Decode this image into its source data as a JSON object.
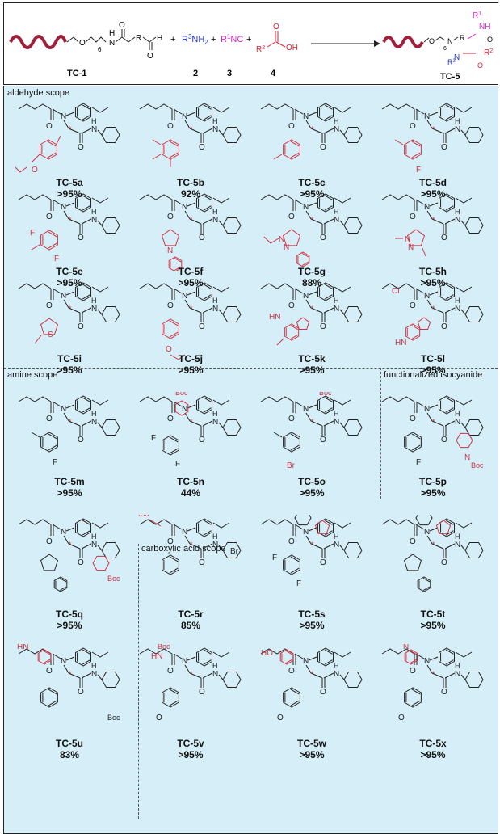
{
  "scheme": {
    "reactant_label": "TC-1",
    "product_label": "TC-5",
    "reagents": [
      {
        "num": "2",
        "formula_main": "R",
        "formula_sup": "3",
        "formula_rest": "NH",
        "formula_sub": "2",
        "color": "#2233cc"
      },
      {
        "num": "3",
        "formula_main": "R",
        "formula_sup": "1",
        "formula_rest": "NC",
        "formula_sub": "",
        "color": "#dd22cc"
      },
      {
        "num": "4",
        "formula_main": "R",
        "formula_sup": "2",
        "formula_rest": "",
        "formula_sub": "",
        "color": "#dd2233"
      }
    ],
    "plus": "+",
    "linker_text": "O",
    "linker_sub": "6",
    "atoms": {
      "H": "H",
      "N": "N",
      "O": "O",
      "OH": "OH",
      "NH": "NH",
      "R": "R",
      "R1": "R",
      "R2": "R",
      "R3": "R"
    }
  },
  "sections": {
    "aldehyde": "aldehyde scope",
    "amine": "amine scope",
    "isocyanide": "functionalized isocyanide",
    "acid": "carboxylic acid scope"
  },
  "compounds": [
    {
      "id": "TC-5a",
      "yield": ">95%"
    },
    {
      "id": "TC-5b",
      "yield": "92%"
    },
    {
      "id": "TC-5c",
      "yield": ">95%"
    },
    {
      "id": "TC-5d",
      "yield": ">95%"
    },
    {
      "id": "TC-5e",
      "yield": ">95%"
    },
    {
      "id": "TC-5f",
      "yield": ">95%"
    },
    {
      "id": "TC-5g",
      "yield": "88%"
    },
    {
      "id": "TC-5h",
      "yield": ">95%"
    },
    {
      "id": "TC-5i",
      "yield": ">95%"
    },
    {
      "id": "TC-5j",
      "yield": ">95%"
    },
    {
      "id": "TC-5k",
      "yield": ">95%"
    },
    {
      "id": "TC-5l",
      "yield": ">95%"
    },
    {
      "id": "TC-5m",
      "yield": ">95%"
    },
    {
      "id": "TC-5n",
      "yield": "44%"
    },
    {
      "id": "TC-5o",
      "yield": ">95%"
    },
    {
      "id": "TC-5p",
      "yield": ">95%"
    },
    {
      "id": "TC-5q",
      "yield": ">95%"
    },
    {
      "id": "TC-5r",
      "yield": "85%"
    },
    {
      "id": "TC-5s",
      "yield": ">95%"
    },
    {
      "id": "TC-5t",
      "yield": ">95%"
    },
    {
      "id": "TC-5u",
      "yield": "83%"
    },
    {
      "id": "TC-5v",
      "yield": ">95%"
    },
    {
      "id": "TC-5w",
      "yield": ">95%"
    },
    {
      "id": "TC-5x",
      "yield": ">95%"
    }
  ],
  "atom_labels": {
    "N": "N",
    "O": "O",
    "H": "H",
    "F": "F",
    "Br": "Br",
    "Cl": "Cl",
    "S": "S",
    "HN": "HN",
    "HO": "HO",
    "Boc": "Boc",
    "tBu": "tBu",
    "star": "*"
  },
  "colors": {
    "panel_bg": "#d6eef7",
    "bond": "#222222",
    "highlight": "#cc3344",
    "dna": "#a0203a",
    "amine_blue": "#2233cc",
    "isocyanide_magenta": "#dd22cc",
    "acid_red": "#dd2233"
  }
}
